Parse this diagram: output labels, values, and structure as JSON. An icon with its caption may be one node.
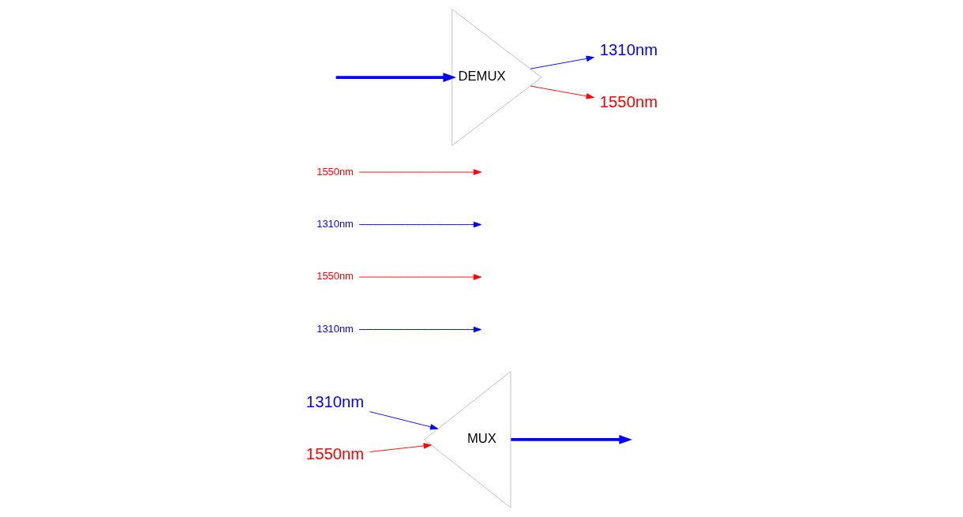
{
  "diagram": {
    "nodes": [
      {
        "text": [
          "1310nm"
        ]
      },
      {
        "text": [
          "1550nm"
        ]
      },
      {
        "text": [
          "MUX"
        ]
      },
      {
        "text": [
          "1310nm"
        ]
      },
      {
        "text": [
          "1550nm"
        ]
      },
      {
        "text": [
          "1310nm"
        ]
      },
      {
        "text": [
          "1550nm"
        ]
      },
      {
        "text": [
          "DEMUX"
        ]
      },
      {
        "text": [
          "1310nm"
        ]
      },
      {
        "text": [
          "1550nm"
        ]
      }
    ],
    "edges": [
      {
        "from": 0,
        "to": 2,
        "arrow": "to",
        "color": "#0000ff"
      },
      {
        "from": 1,
        "to": 2,
        "arrow": "to",
        "color": "#ff0000"
      },
      {
        "from": 2,
        "to": null,
        "arrow": "to",
        "style": "thick",
        "color": "#0000ff"
      },
      {
        "from": 3,
        "to": null,
        "arrow": "to",
        "color": "#0000ff"
      },
      {
        "from": 4,
        "to": null,
        "arrow": "to",
        "color": "#ff0000"
      },
      {
        "from": 5,
        "to": null,
        "arrow": "to",
        "color": "#0000ff"
      },
      {
        "from": 6,
        "to": null,
        "arrow": "to",
        "color": "#ff0000"
      },
      {
        "from": null,
        "to": 7,
        "arrow": "to",
        "style": "thick",
        "color": "#0000ff"
      },
      {
        "from": 7,
        "to": 8,
        "arrow": "to",
        "color": "#0000ff"
      },
      {
        "from": 7,
        "to": 9,
        "arrow": "to",
        "color": "#ff0000"
      }
    ]
  }
}
